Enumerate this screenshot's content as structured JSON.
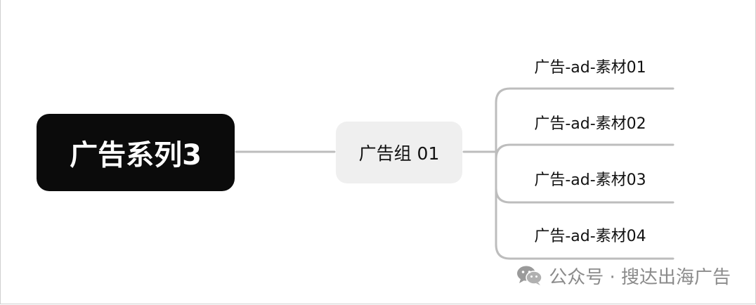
{
  "mindmap": {
    "root": {
      "label": "广告系列3"
    },
    "child": {
      "label": "广告组 01"
    },
    "leaves": [
      {
        "label": "广告-ad-素材01"
      },
      {
        "label": "广告-ad-素材02"
      },
      {
        "label": "广告-ad-素材03"
      },
      {
        "label": "广告-ad-素材04"
      }
    ]
  },
  "watermark": {
    "icon": "wechat-icon",
    "text": "公众号 · 搜达出海广告"
  },
  "colors": {
    "root_bg": "#0b0b0b",
    "child_bg": "#efefef",
    "connector": "#bdbdbd",
    "watermark": "#8b8b8b"
  }
}
